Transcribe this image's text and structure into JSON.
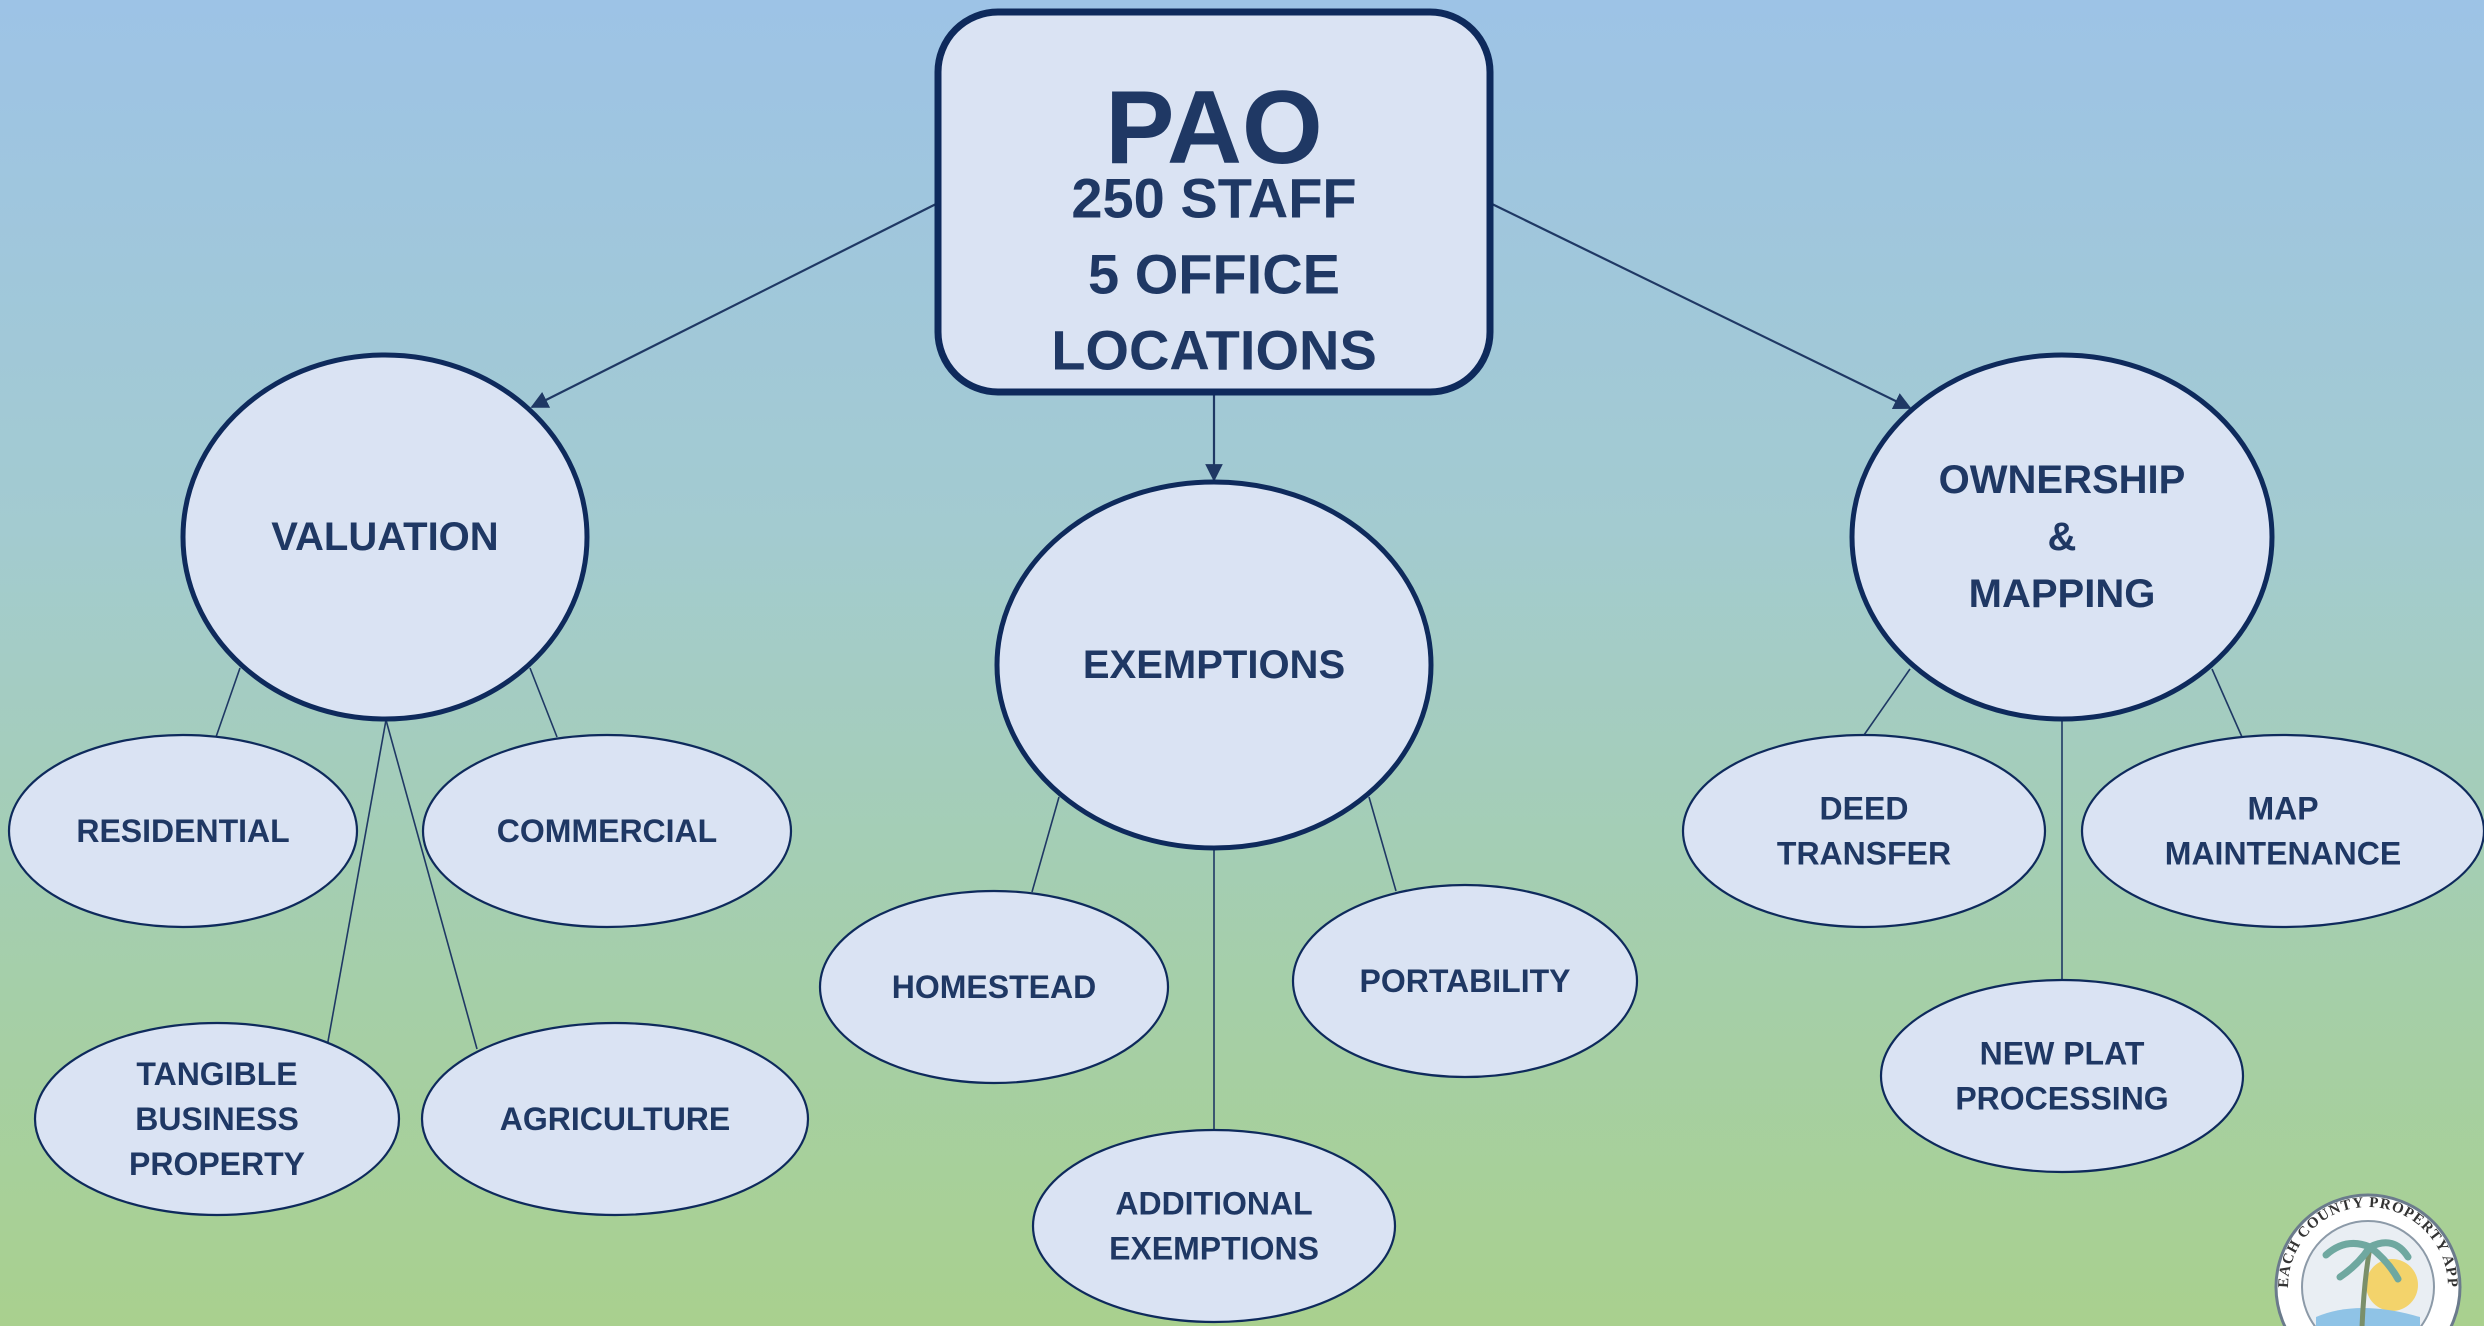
{
  "root": {
    "title": "PAO",
    "lines": [
      "250 STAFF",
      "5 OFFICE",
      "LOCATIONS"
    ]
  },
  "categories": [
    {
      "key": "valuation",
      "label_lines": [
        "VALUATION"
      ],
      "children": [
        {
          "key": "residential",
          "label_lines": [
            "RESIDENTIAL"
          ]
        },
        {
          "key": "commercial",
          "label_lines": [
            "COMMERCIAL"
          ]
        },
        {
          "key": "tangible",
          "label_lines": [
            "TANGIBLE",
            "BUSINESS",
            "PROPERTY"
          ]
        },
        {
          "key": "agriculture",
          "label_lines": [
            "AGRICULTURE"
          ]
        }
      ]
    },
    {
      "key": "exemptions",
      "label_lines": [
        "EXEMPTIONS"
      ],
      "children": [
        {
          "key": "homestead",
          "label_lines": [
            "HOMESTEAD"
          ]
        },
        {
          "key": "portability",
          "label_lines": [
            "PORTABILITY"
          ]
        },
        {
          "key": "additional",
          "label_lines": [
            "ADDITIONAL",
            "EXEMPTIONS"
          ]
        }
      ]
    },
    {
      "key": "ownership",
      "label_lines": [
        "OWNERSHIP",
        "&",
        "MAPPING"
      ],
      "children": [
        {
          "key": "deed",
          "label_lines": [
            "DEED",
            "TRANSFER"
          ]
        },
        {
          "key": "map",
          "label_lines": [
            "MAP",
            "MAINTENANCE"
          ]
        },
        {
          "key": "newplat",
          "label_lines": [
            "NEW PLAT",
            "PROCESSING"
          ]
        }
      ]
    }
  ],
  "seal": {
    "text": "PALM BEACH COUNTY PROPERTY APPRAISER"
  }
}
